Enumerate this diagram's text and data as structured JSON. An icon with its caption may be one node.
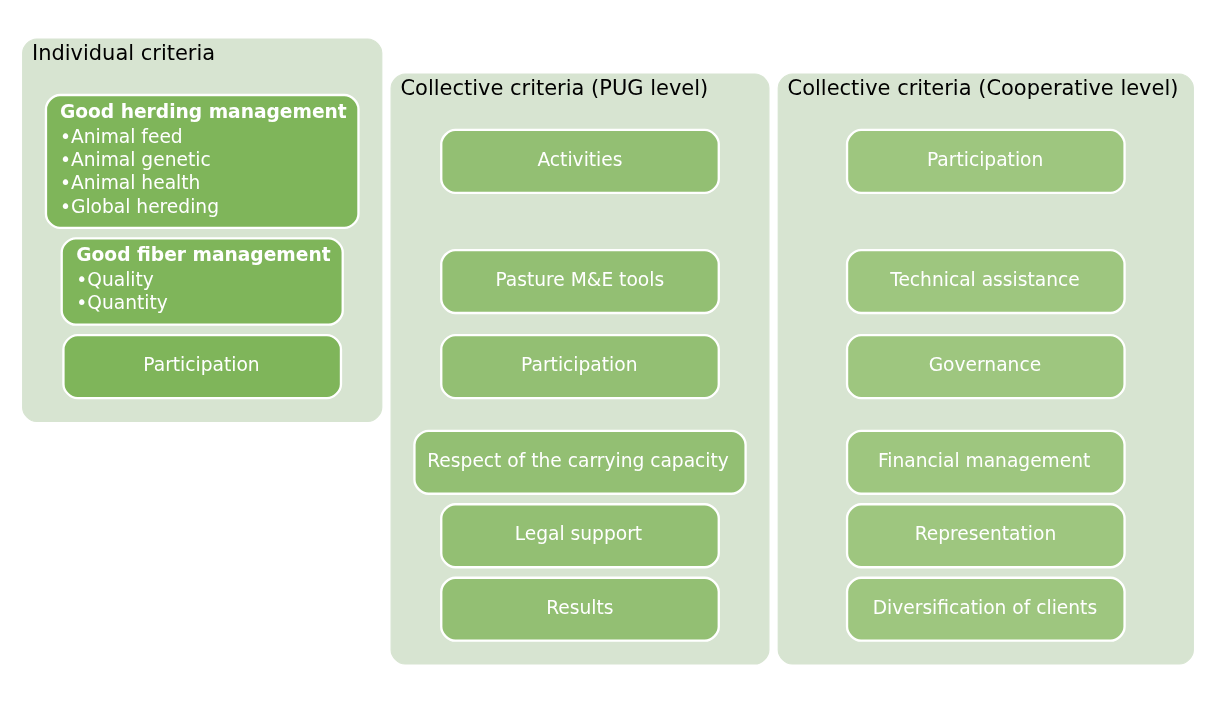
{
  "diagram": {
    "nodes": [
      {
        "text": [
          "Individual criteria"
        ]
      },
      {
        "text": [
          "Good herding management",
          "•Animal feed",
          "•Animal genetic",
          "•Animal health",
          "•Global hereding"
        ],
        "in": 0
      },
      {
        "text": [
          "Good fiber management",
          "•Quality",
          "•Quantity"
        ],
        "in": 0
      },
      {
        "text": [
          "Participation"
        ],
        "in": 0
      },
      {
        "text": [
          "Collective criteria (PUG level)"
        ]
      },
      {
        "text": [
          "Activities"
        ],
        "in": 4
      },
      {
        "text": [
          "Pasture M&E tools"
        ],
        "in": 4
      },
      {
        "text": [
          "Participation"
        ],
        "in": 4
      },
      {
        "text": [
          "Respect of the carrying capacity"
        ],
        "in": 4
      },
      {
        "text": [
          "Legal support"
        ],
        "in": 4
      },
      {
        "text": [
          "Results"
        ],
        "in": 4
      },
      {
        "text": [
          "Collective criteria (Cooperative level)"
        ]
      },
      {
        "text": [
          "Participation"
        ],
        "in": 11
      },
      {
        "text": [
          "Technical assistance"
        ],
        "in": 11
      },
      {
        "text": [
          "Governance"
        ],
        "in": 11
      },
      {
        "text": [
          "Financial management"
        ],
        "in": 11
      },
      {
        "text": [
          "Representation"
        ],
        "in": 11
      },
      {
        "text": [
          "Diversification of clients"
        ],
        "in": 11
      }
    ],
    "edges": []
  }
}
